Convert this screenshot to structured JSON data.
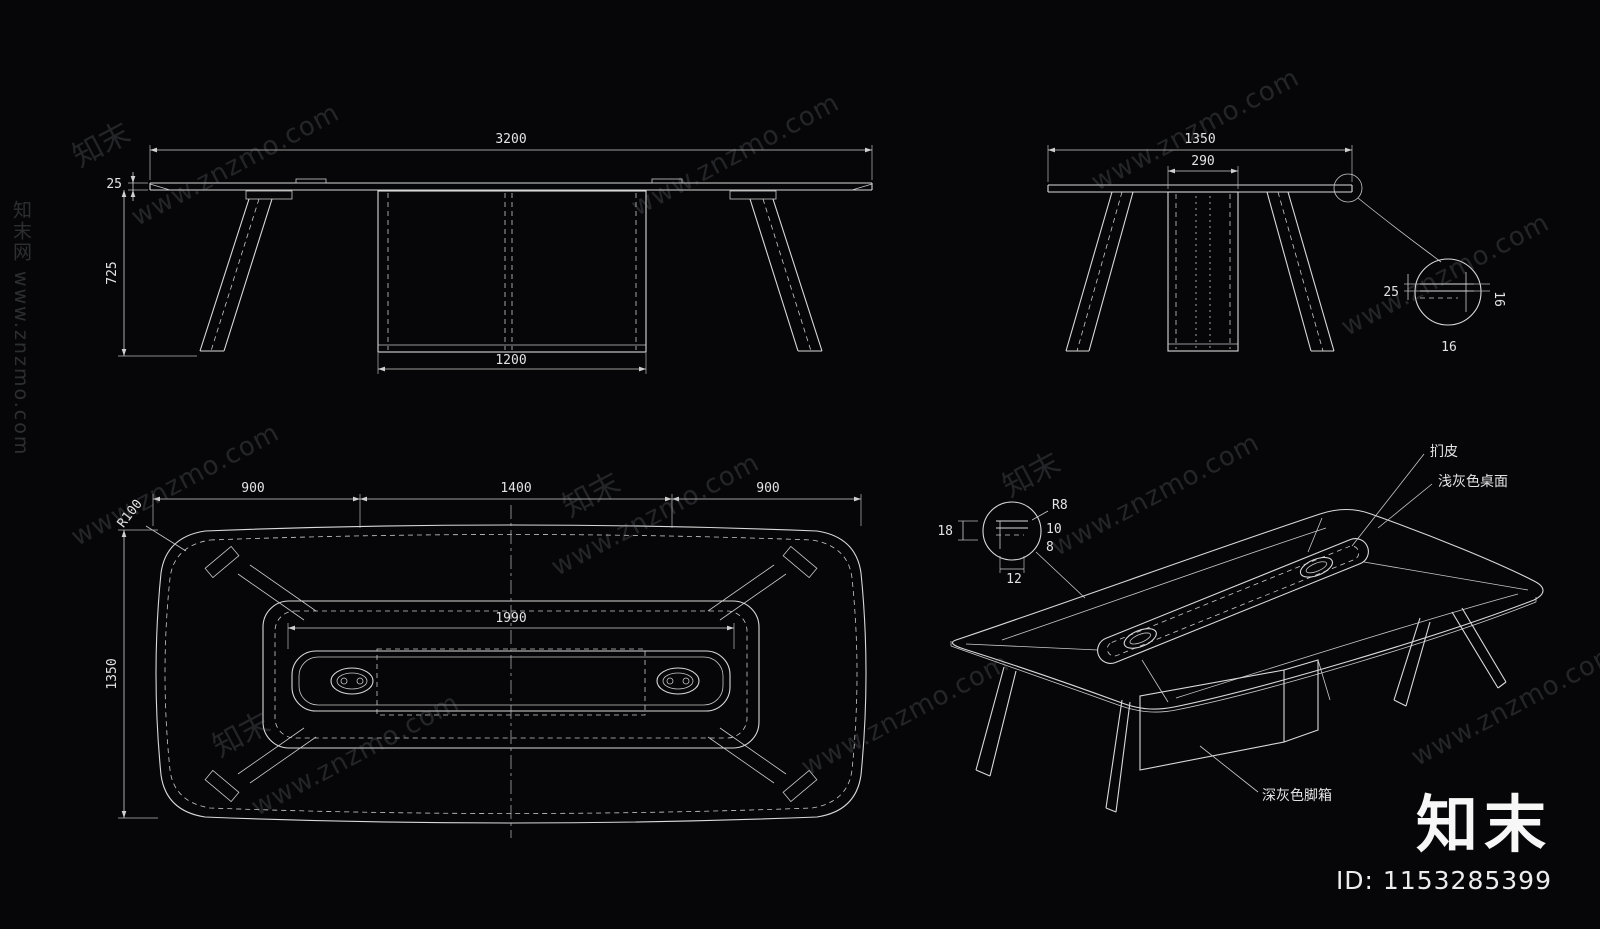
{
  "colors": {
    "background": "#060608",
    "line": "#d9d9d9",
    "watermark": "#9aa0a6"
  },
  "views": {
    "front": {
      "dim_width": "3200",
      "dim_top_thickness": "25",
      "dim_height": "725",
      "dim_base_width": "1200"
    },
    "side": {
      "dim_width": "1350",
      "dim_pedestal": "290",
      "detail_thickness": "25",
      "detail_edge": "16",
      "detail_bottom": "16"
    },
    "plan": {
      "dim_seg_left": "900",
      "dim_seg_mid": "1400",
      "dim_seg_right": "900",
      "dim_corner_radius": "R100",
      "dim_depth": "1350",
      "dim_console": "1990"
    },
    "perspective": {
      "label_upholstery": "扪皮",
      "label_tabletop": "浅灰色桌面",
      "label_base": "深灰色脚箱",
      "detail_radius": "R8",
      "detail_d10": "10",
      "detail_d8": "8",
      "detail_d18": "18",
      "detail_d12": "12"
    }
  },
  "watermark": {
    "site": "www.znzmo.com",
    "brand": "知末",
    "vertical": "知末网 www.znzmo.com"
  },
  "branding": {
    "logo": "知末",
    "id_label": "ID: 1153285399"
  }
}
